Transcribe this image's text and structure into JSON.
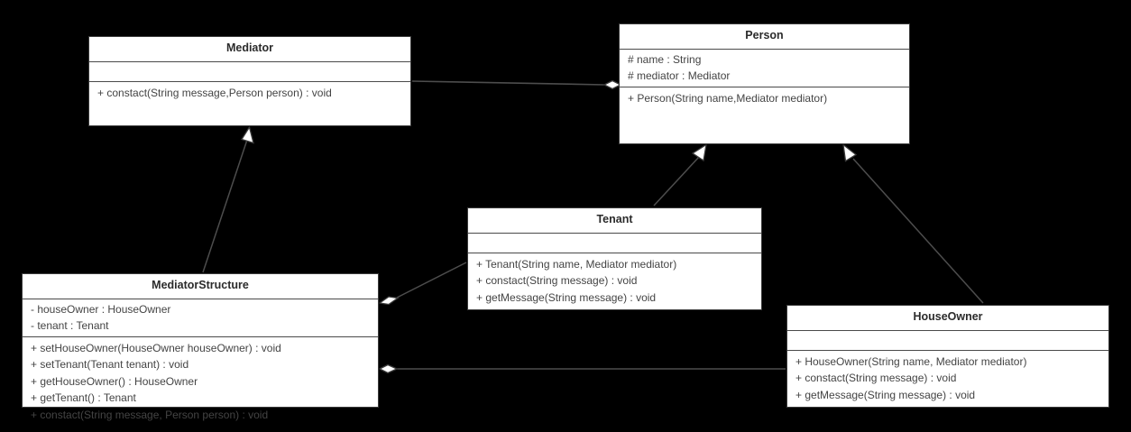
{
  "diagram": {
    "kind": "uml-class-diagram",
    "background_color": "#000000",
    "class_fill_color": "#ffffff",
    "class_border_color": "#3b3b3b",
    "text_color": "#444444",
    "title_color": "#2b2b2b",
    "edge_color": "#4d4d4d"
  },
  "classes": {
    "mediator": {
      "name": "Mediator",
      "attributes": [],
      "methods": [
        "+ constact(String message,Person person) : void"
      ]
    },
    "person": {
      "name": "Person",
      "attributes": [
        "# name : String",
        "# mediator : Mediator"
      ],
      "methods": [
        "+ Person(String name,Mediator mediator)"
      ]
    },
    "tenant": {
      "name": "Tenant",
      "attributes": [],
      "methods": [
        "+ Tenant(String name, Mediator mediator)",
        "+ constact(String message) : void",
        "+ getMessage(String message) : void"
      ]
    },
    "mediator_structure": {
      "name": "MediatorStructure",
      "attributes": [
        "- houseOwner : HouseOwner",
        "- tenant : Tenant"
      ],
      "methods": [
        "+ setHouseOwner(HouseOwner houseOwner) : void",
        "+ setTenant(Tenant tenant) : void",
        "+ getHouseOwner() : HouseOwner",
        "+ getTenant() : Tenant",
        "+ constact(String message, Person person) : void"
      ]
    },
    "house_owner": {
      "name": "HouseOwner",
      "attributes": [],
      "methods": [
        "+ HouseOwner(String name, Mediator mediator)",
        "+ constact(String message) : void",
        "+ getMessage(String message) : void"
      ]
    }
  },
  "relationships": [
    {
      "id": "mediator-to-person",
      "type": "aggregation",
      "from": "Mediator",
      "to": "Person",
      "marker": "hollow-diamond"
    },
    {
      "id": "mediatorstructure-to-mediator",
      "type": "generalization",
      "from": "MediatorStructure",
      "to": "Mediator",
      "marker": "hollow-triangle"
    },
    {
      "id": "tenant-to-person",
      "type": "generalization",
      "from": "Tenant",
      "to": "Person",
      "marker": "hollow-triangle"
    },
    {
      "id": "houseowner-to-person",
      "type": "generalization",
      "from": "HouseOwner",
      "to": "Person",
      "marker": "hollow-triangle"
    },
    {
      "id": "mediatorstructure-to-tenant",
      "type": "aggregation",
      "from": "MediatorStructure",
      "to": "Tenant",
      "marker": "hollow-diamond"
    },
    {
      "id": "mediatorstructure-to-houseowner",
      "type": "aggregation",
      "from": "MediatorStructure",
      "to": "HouseOwner",
      "marker": "hollow-diamond"
    }
  ]
}
